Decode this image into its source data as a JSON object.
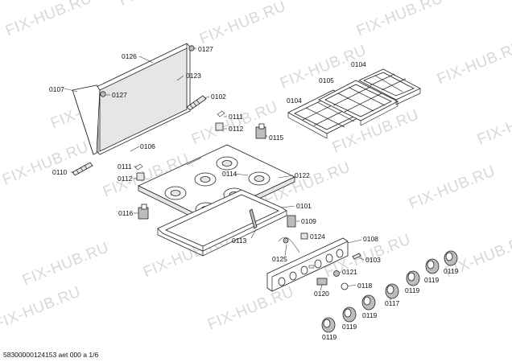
{
  "watermark_text": "FIX-HUB.RU",
  "footer_text": "58300000124153 aet 000 a 1/6",
  "labels": {
    "l0126": "0126",
    "l0127a": "0127",
    "l0107": "0107",
    "l0123": "0123",
    "l0127b": "0127",
    "l0102": "0102",
    "l0111a": "0111",
    "l0112a": "0112",
    "l0106": "0106",
    "l0110": "0110",
    "l0111b": "0111",
    "l0112b": "0112",
    "l0115": "0115",
    "l0114": "0114",
    "l0122": "0122",
    "l0116": "0116",
    "l0101": "0101",
    "l0109": "0109",
    "l0124": "0124",
    "l0113": "0113",
    "l0125": "0125",
    "l0108": "0108",
    "l0103": "0103",
    "l0121": "0121",
    "l0118": "0118",
    "l0120": "0120",
    "l0117": "0117",
    "l0119a": "0119",
    "l0119b": "0119",
    "l0119c": "0119",
    "l0119d": "0119",
    "l0119e": "0119",
    "l0119f": "0119",
    "l0104a": "0104",
    "l0105": "0105",
    "l0104b": "0104"
  }
}
